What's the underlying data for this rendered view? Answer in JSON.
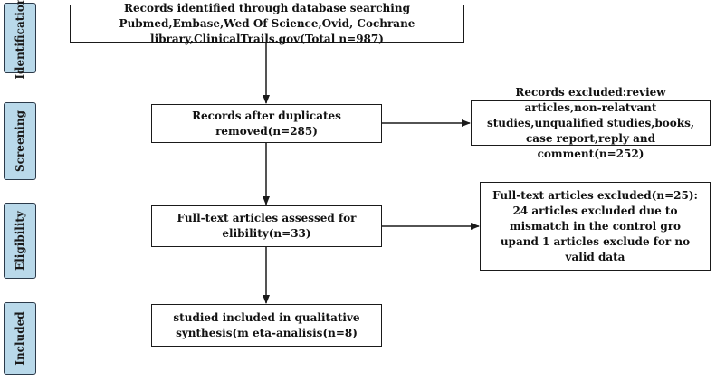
{
  "stages": [
    {
      "key": "identification",
      "label": "Identification"
    },
    {
      "key": "screening",
      "label": "Screening"
    },
    {
      "key": "eligibility",
      "label": "Eligibility"
    },
    {
      "key": "included",
      "label": "Included"
    }
  ],
  "boxes": {
    "identified": "Records identified through database searching Pubmed,Embase,Wed Of Science,Ovid, Cochrane library,ClinicalTrails.gov(Total n=987)",
    "after_duplicates": "Records after duplicates removed(n=285)",
    "excluded_screening": "Records excluded:review articles,non-relatvant studies,unqualified studies,books, case report,reply and comment(n=252)",
    "fulltext_assessed": "Full-text articles assessed for elibility(n=33)",
    "fulltext_excluded": "Full-text articles excluded(n=25): 24 articles excluded due to mismatch in the control gro upand 1 articles exclude for no valid data",
    "included": "studied included in qualitative synthesis(m eta-analisis(n=8)"
  },
  "colors": {
    "stage_fill": "#b9d9ea",
    "stroke": "#1a1a1a"
  }
}
